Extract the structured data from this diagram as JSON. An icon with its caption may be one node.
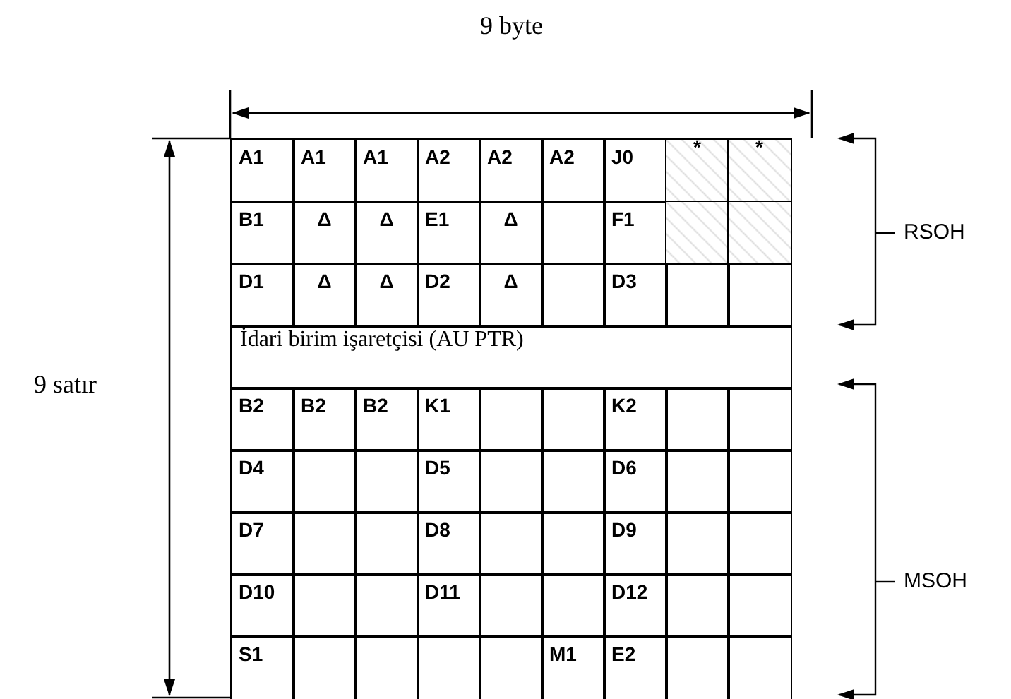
{
  "diagram": {
    "labels": [
      "9 byte",
      "9 satır",
      "A1",
      "A1",
      "A1",
      "A2",
      "A2",
      "A2",
      "J0",
      "*",
      "*",
      "B1",
      "Δ",
      "Δ",
      "E1",
      "Δ",
      "F1",
      "D1",
      "Δ",
      "Δ",
      "D2",
      "Δ",
      "D3",
      "İdari birim işaretçisi (AU PTR)",
      "B2",
      "B2",
      "B2",
      "K1",
      "K2",
      "D4",
      "D5",
      "D6",
      "D7",
      "D8",
      "D9",
      "D10",
      "D11",
      "D12",
      "S1",
      "M1",
      "E2",
      "RSOH",
      "MSOH"
    ]
  }
}
